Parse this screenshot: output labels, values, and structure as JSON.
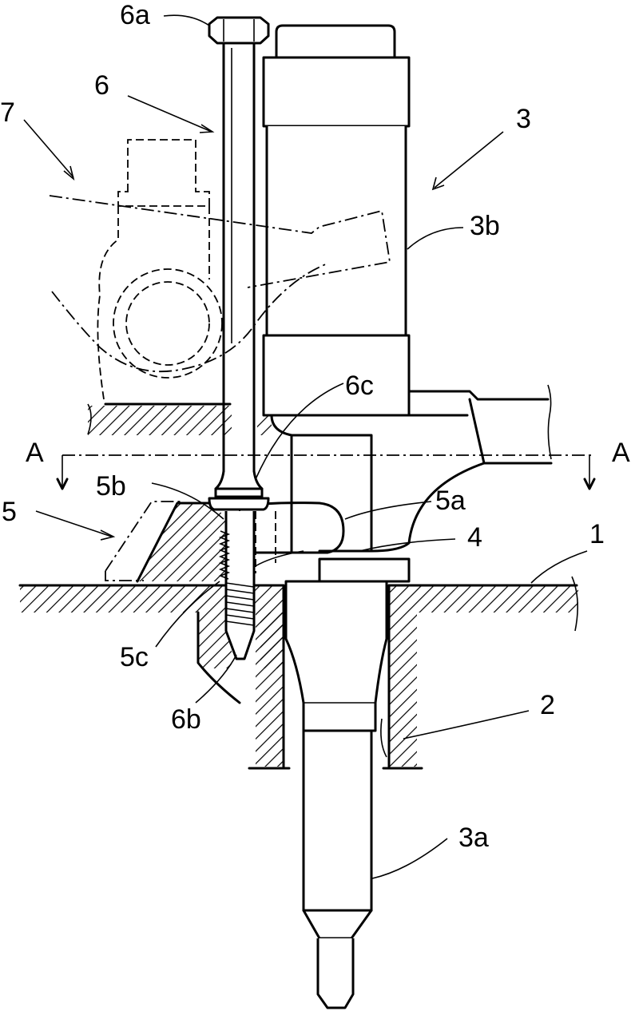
{
  "labels": {
    "l6a": "6a",
    "l6": "6",
    "l7": "7",
    "l3": "3",
    "l3b": "3b",
    "l6c": "6c",
    "lA1": "A",
    "lA2": "A",
    "l5b": "5b",
    "l5a": "5a",
    "l5": "5",
    "l4": "4",
    "l1": "1",
    "l5c": "5c",
    "l6b": "6b",
    "l2": "2",
    "l3a": "3a"
  }
}
